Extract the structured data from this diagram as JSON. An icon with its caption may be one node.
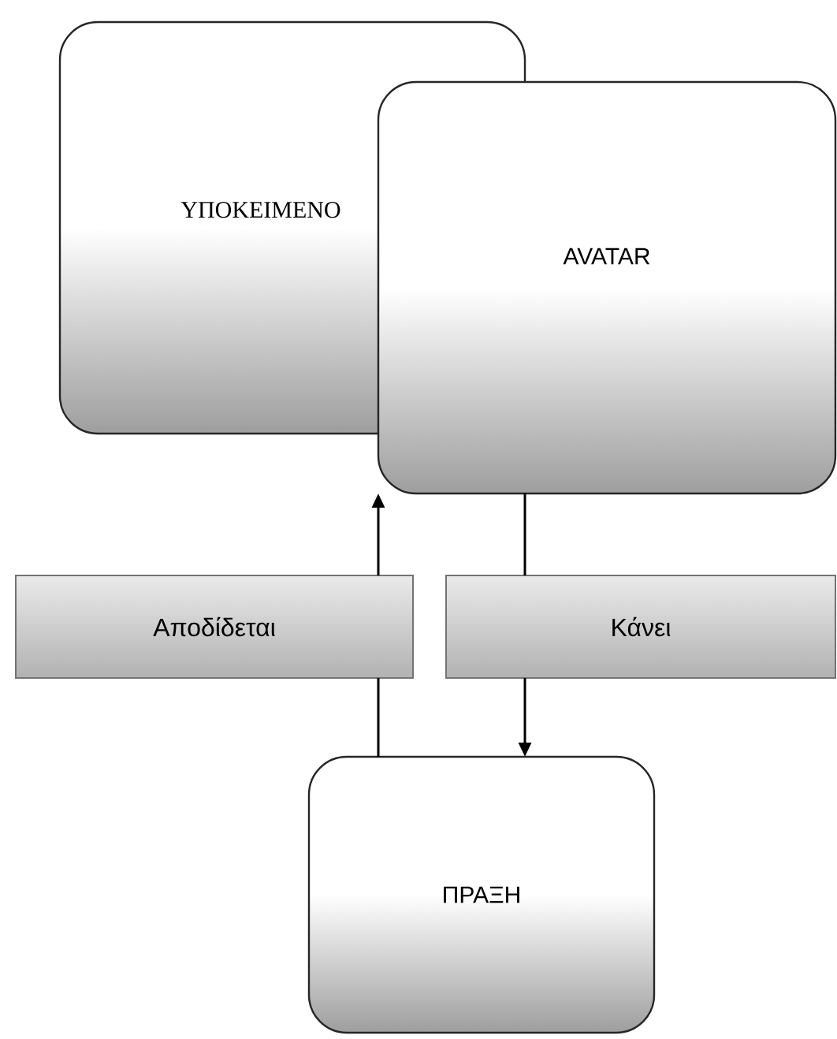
{
  "diagram": {
    "nodes": [
      {
        "text": [
          "ΥΠΟΚΕΙΜΕΝΟ"
        ]
      },
      {
        "text": [
          "AVATAR"
        ]
      },
      {
        "text": [
          "Αποδίδεται"
        ]
      },
      {
        "text": [
          "Κάνει"
        ]
      },
      {
        "text": [
          "ΠΡΑΞΗ"
        ]
      }
    ],
    "edges": [
      {
        "from": 4,
        "to": 2,
        "arrow": "none"
      },
      {
        "from": 2,
        "to": 1,
        "arrow": "to"
      },
      {
        "from": 1,
        "to": 3,
        "arrow": "none"
      },
      {
        "from": 3,
        "to": 4,
        "arrow": "to"
      }
    ]
  }
}
